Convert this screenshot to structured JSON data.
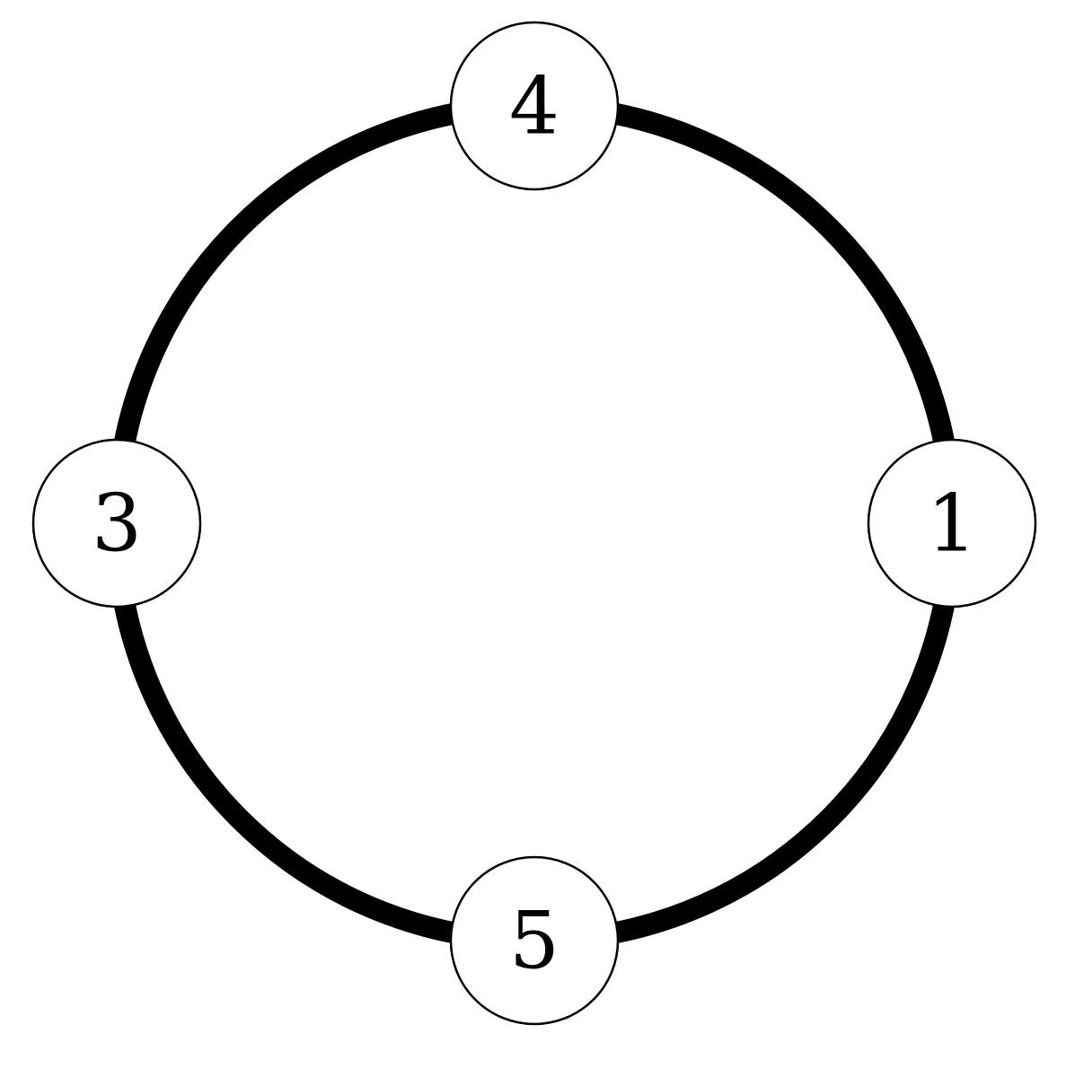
{
  "diagram": {
    "type": "cycle-graph",
    "nodes": [
      {
        "id": "n4",
        "label": "4"
      },
      {
        "id": "n1",
        "label": "1"
      },
      {
        "id": "n5",
        "label": "5"
      },
      {
        "id": "n3",
        "label": "3"
      }
    ],
    "edges": [
      {
        "from": "n4",
        "to": "n1"
      },
      {
        "from": "n1",
        "to": "n5"
      },
      {
        "from": "n5",
        "to": "n3"
      },
      {
        "from": "n3",
        "to": "n4"
      }
    ]
  }
}
